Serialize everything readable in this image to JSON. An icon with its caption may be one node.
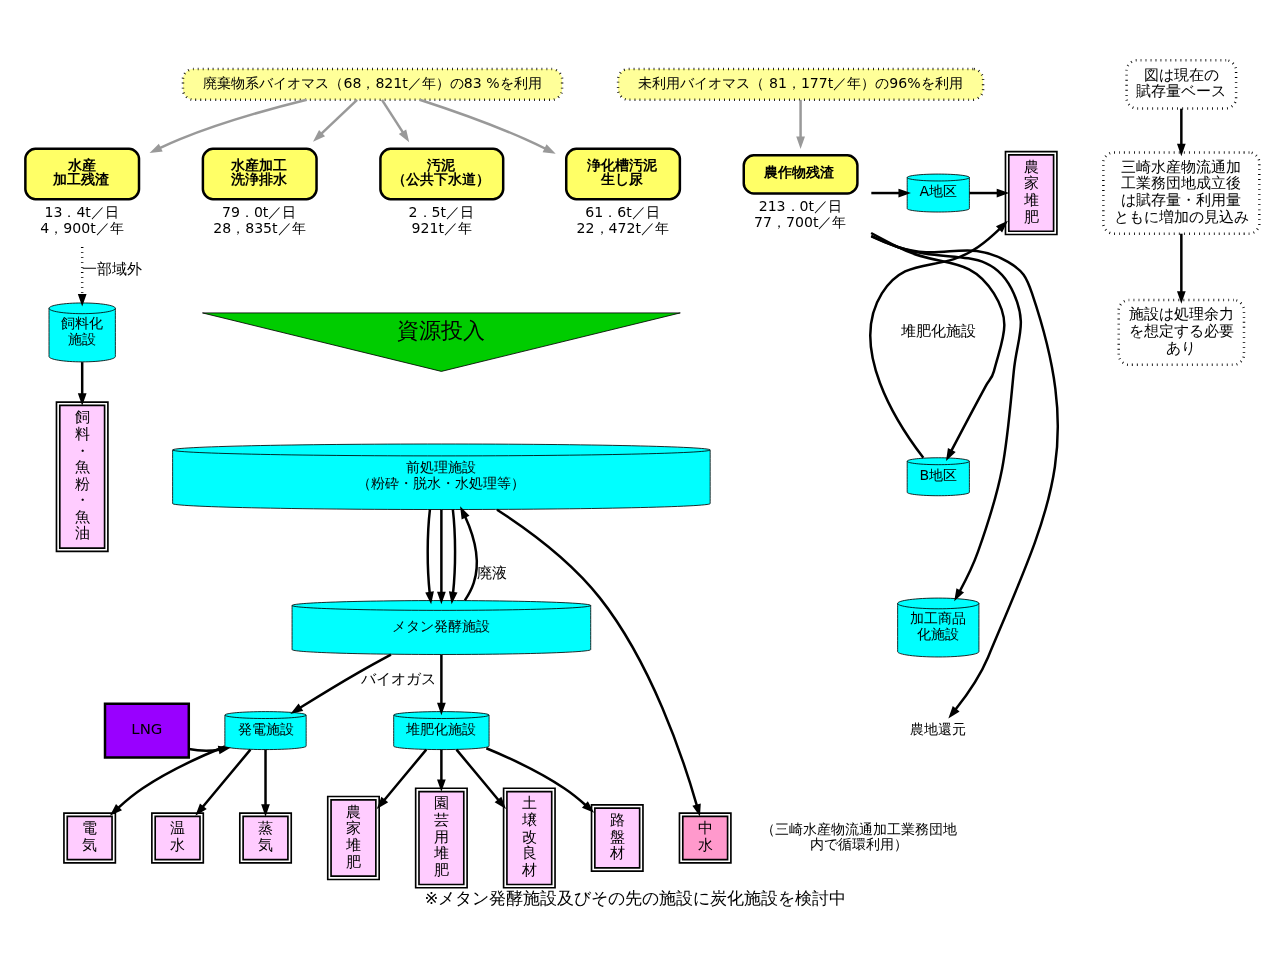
{
  "diagram": {
    "caption": "※メタン発酵施設及びその先の施設に炭化施設を検討中",
    "nodes": [
      {
        "text": [
          "廃棄物系バイオマス（68，821t／年）の83 %を利用"
        ]
      },
      {
        "text": [
          "未利用バイオマス（ 81，177t／年）の96%を利用"
        ]
      },
      {
        "text": [
          "水産加工残渣"
        ],
        "beside": [
          "13．4t／日 4，900t／年"
        ]
      },
      {
        "text": [
          "水産加工洗浄排水"
        ],
        "beside": [
          "79．0t／日 28，835t／年"
        ]
      },
      {
        "text": [
          "汚泥（公共下水道）"
        ],
        "beside": [
          "2．5t／日 921t／年"
        ]
      },
      {
        "text": [
          "浄化槽汚泥生し尿"
        ],
        "beside": [
          "61．6t／日 22，472t／年"
        ]
      },
      {
        "text": [
          "農作物残渣"
        ],
        "beside": [
          "213．0t／日 77，700t／年"
        ]
      },
      {
        "text": [
          "資源投入"
        ]
      },
      {
        "text": [
          "前処理施設（粉砕・脱水・水処理等）"
        ]
      },
      {
        "text": [
          "メタン発酵施設"
        ]
      },
      {
        "text": [
          "発電施設"
        ]
      },
      {
        "text": [
          "堆肥化施設"
        ]
      },
      {
        "text": [
          "LNG"
        ]
      },
      {
        "text": [
          "電気"
        ]
      },
      {
        "text": [
          "温水"
        ]
      },
      {
        "text": [
          "蒸気"
        ]
      },
      {
        "text": [
          "農家堆肥"
        ]
      },
      {
        "text": [
          "園芸用堆肥"
        ]
      },
      {
        "text": [
          "土壌改良材"
        ]
      },
      {
        "text": [
          "路盤材"
        ]
      },
      {
        "text": [
          "中水"
        ],
        "beside": [
          "（三崎水産物流通加工業務団地内で循環利用）"
        ]
      },
      {
        "text": [
          "飼料化施設"
        ]
      },
      {
        "text": [
          "飼料・魚粉・魚油"
        ]
      },
      {
        "text": [
          "A地区"
        ]
      },
      {
        "text": [
          "B地区"
        ]
      },
      {
        "text": [
          "農家堆肥"
        ]
      },
      {
        "text": [
          "加工商品化施設"
        ]
      },
      {
        "text": [
          "農地還元"
        ]
      },
      {
        "text": [
          "図は現在の賦存量ベース"
        ]
      },
      {
        "text": [
          "三崎水産物流通加工業務団地成立後は賦存量・利用量ともに増加の見込み"
        ]
      },
      {
        "text": [
          "施設は処理余力を想定する必要あり"
        ]
      }
    ],
    "edges": [
      {
        "from": 0,
        "to": 2,
        "arrow": "to",
        "color": "#999999"
      },
      {
        "from": 0,
        "to": 3,
        "arrow": "to",
        "color": "#999999"
      },
      {
        "from": 0,
        "to": 4,
        "arrow": "to",
        "color": "#999999"
      },
      {
        "from": 0,
        "to": 5,
        "arrow": "to",
        "color": "#999999"
      },
      {
        "from": 1,
        "to": 6,
        "arrow": "to",
        "color": "#999999"
      },
      {
        "from": 2,
        "to": 21,
        "arrow": "to",
        "label": "一部域外",
        "style": "dashed"
      },
      {
        "from": 21,
        "to": 22,
        "arrow": "to"
      },
      {
        "from": 6,
        "to": 23,
        "arrow": "to"
      },
      {
        "from": 6,
        "to": 24,
        "arrow": "to"
      },
      {
        "from": 6,
        "to": 26,
        "arrow": "to"
      },
      {
        "from": 6,
        "to": 27,
        "arrow": "to"
      },
      {
        "from": 23,
        "to": 25,
        "arrow": "to"
      },
      {
        "from": 24,
        "to": 25,
        "arrow": "to"
      },
      {
        "from": 8,
        "to": 9,
        "arrow": "to"
      },
      {
        "from": 8,
        "to": 9,
        "arrow": "to"
      },
      {
        "from": 8,
        "to": 9,
        "arrow": "to"
      },
      {
        "from": 9,
        "to": 10,
        "arrow": "to",
        "label": "バイオガス"
      },
      {
        "from": 9,
        "to": 11,
        "arrow": "to"
      },
      {
        "from": 9,
        "to": 8,
        "arrow": "to",
        "label": "廃液"
      },
      {
        "from": 8,
        "to": 20,
        "arrow": "to"
      },
      {
        "from": 12,
        "to": 10,
        "arrow": "to"
      },
      {
        "from": 10,
        "to": 13,
        "arrow": "to"
      },
      {
        "from": 10,
        "to": 14,
        "arrow": "to"
      },
      {
        "from": 10,
        "to": 15,
        "arrow": "to"
      },
      {
        "from": 11,
        "to": 16,
        "arrow": "to"
      },
      {
        "from": 11,
        "to": 17,
        "arrow": "to"
      },
      {
        "from": 11,
        "to": 18,
        "arrow": "to"
      },
      {
        "from": 11,
        "to": 19,
        "arrow": "to"
      },
      {
        "from": 28,
        "to": 29,
        "arrow": "to"
      },
      {
        "from": 29,
        "to": 30,
        "arrow": "to"
      }
    ],
    "labels": [
      "堆肥化施設"
    ]
  }
}
